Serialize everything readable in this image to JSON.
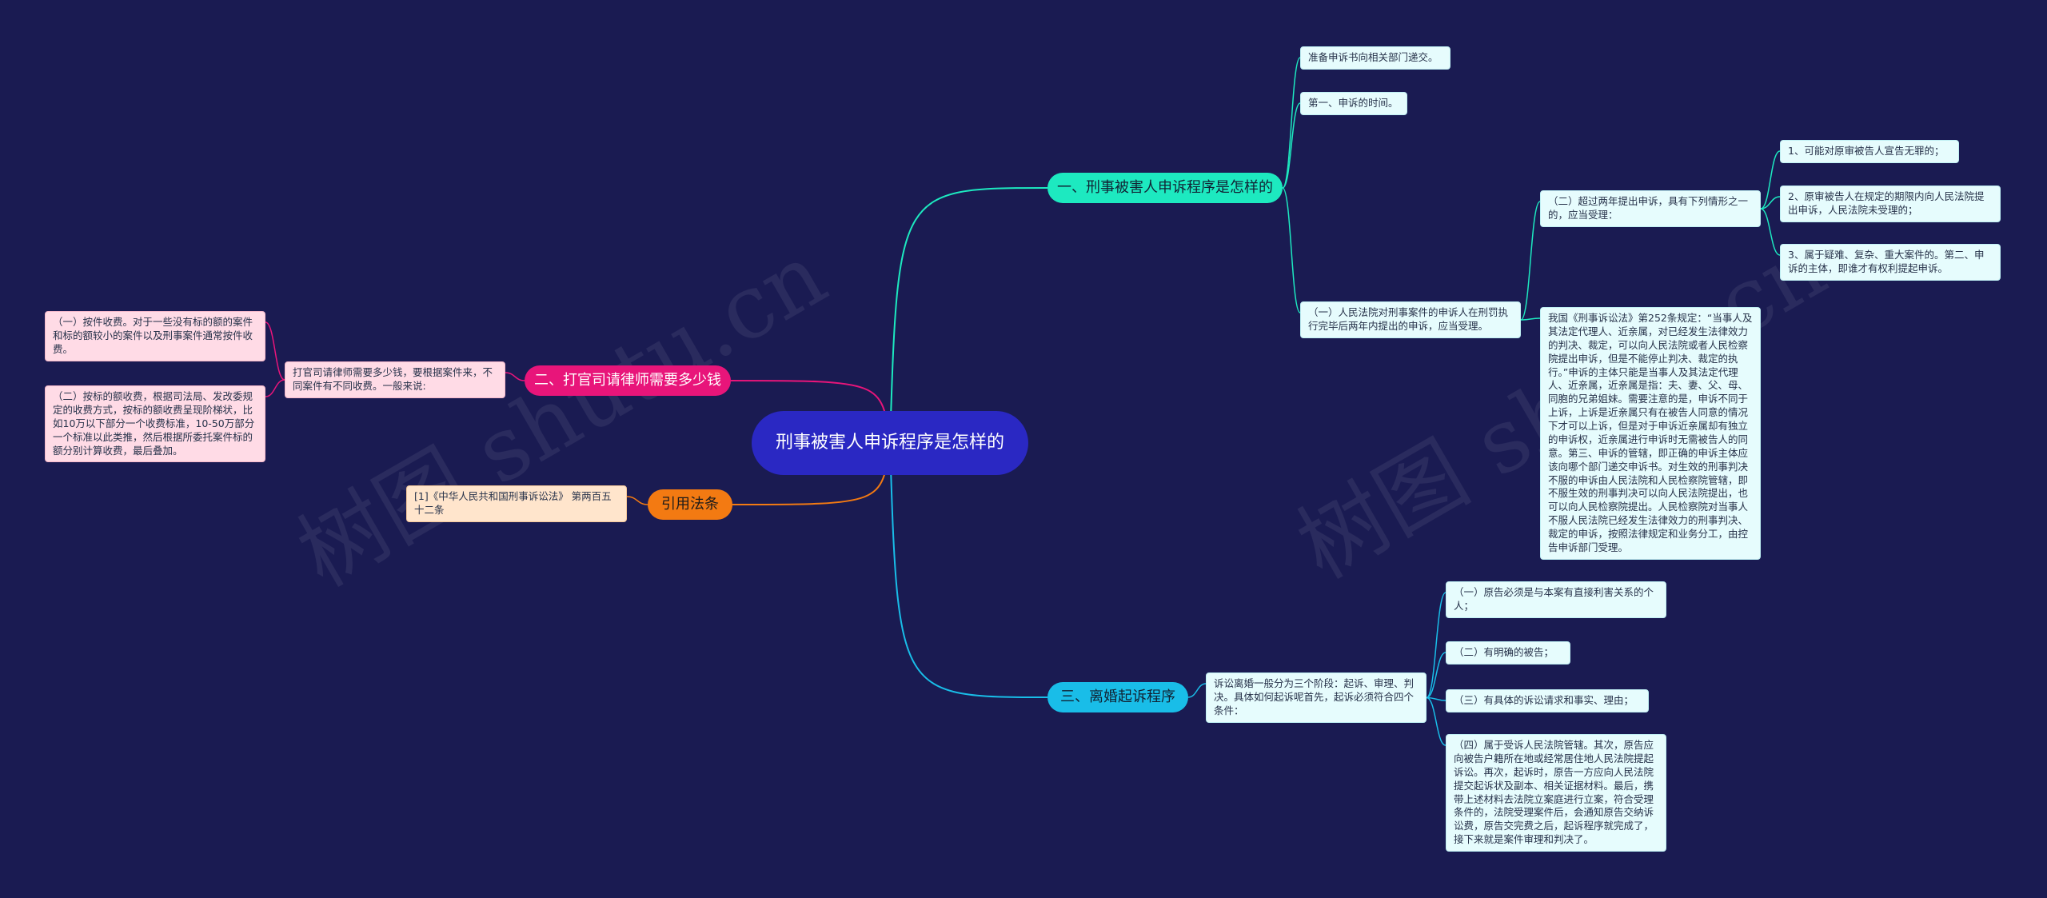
{
  "root": {
    "title": "刑事被害人申诉程序是怎样的"
  },
  "watermark": "树图 shutu.cn",
  "branches": {
    "b1": {
      "label": "一、刑事被害人申诉程序是怎样的",
      "color": "#1de9c0",
      "items": {
        "i1": "准备申诉书向相关部门递交。",
        "i2": "第一、申诉的时间。",
        "i3": "（一）人民法院对刑事案件的申诉人在刑罚执行完毕后两年内提出的申诉，应当受理。",
        "i3a": "（二）超过两年提出申诉，具有下列情形之一的，应当受理：",
        "i3a1": "1、可能对原审被告人宣告无罪的；",
        "i3a2": "2、原审被告人在规定的期限内向人民法院提出申诉，人民法院未受理的；",
        "i3a3": "3、属于疑难、复杂、重大案件的。第二、申诉的主体，即谁才有权利提起申诉。",
        "i3b": "我国《刑事诉讼法》第252条规定：“当事人及其法定代理人、近亲属，对已经发生法律效力的判决、裁定，可以向人民法院或者人民检察院提出申诉，但是不能停止判决、裁定的执行。”申诉的主体只能是当事人及其法定代理人、近亲属，近亲属是指：夫、妻、父、母、同胞的兄弟姐妹。需要注意的是，申诉不同于上诉，上诉是近亲属只有在被告人同意的情况下才可以上诉，但是对于申诉近亲属却有独立的申诉权，近亲属进行申诉时无需被告人的同意。第三、申诉的管辖，即正确的申诉主体应该向哪个部门递交申诉书。对生效的刑事判决不服的申诉由人民法院和人民检察院管辖，即不服生效的刑事判决可以向人民法院提出，也可以向人民检察院提出。人民检察院对当事人不服人民法院已经发生法律效力的刑事判决、裁定的申诉，按照法律规定和业务分工，由控告申诉部门受理。"
      }
    },
    "b2": {
      "label": "二、打官司请律师需要多少钱",
      "color": "#e8157a",
      "items": {
        "i1": "打官司请律师需要多少钱，要根据案件来，不同案件有不同收费。一般来说:",
        "i1a": "（一）按件收费。对于一些没有标的额的案件和标的额较小的案件以及刑事案件通常按件收费。",
        "i1b": "（二）按标的额收费，根据司法局、发改委规定的收费方式，按标的额收费呈现阶梯状，比如10万以下部分一个收费标准，10-50万部分一个标准以此类推，然后根据所委托案件标的额分别计算收费，最后叠加。"
      }
    },
    "b3": {
      "label": "引用法条",
      "color": "#f37a12",
      "items": {
        "i1": "[1]《中华人民共和国刑事诉讼法》 第两百五十二条"
      }
    },
    "b4": {
      "label": "三、离婚起诉程序",
      "color": "#19bde8",
      "items": {
        "i1": "诉讼离婚一般分为三个阶段：起诉、审理、判决。具体如何起诉呢首先，起诉必须符合四个条件：",
        "i1a": "（一）原告必须是与本案有直接利害关系的个人；",
        "i1b": "（二）有明确的被告；",
        "i1c": "（三）有具体的诉讼请求和事实、理由；",
        "i1d": "（四）属于受诉人民法院管辖。其次，原告应向被告户籍所在地或经常居住地人民法院提起诉讼。再次，起诉时，原告一方应向人民法院提交起诉状及副本、相关证据材料。最后，携带上述材料去法院立案庭进行立案，符合受理条件的，法院受理案件后，会通知原告交纳诉讼费，原告交完费之后，起诉程序就完成了，接下来就是案件审理和判决了。"
      }
    }
  }
}
